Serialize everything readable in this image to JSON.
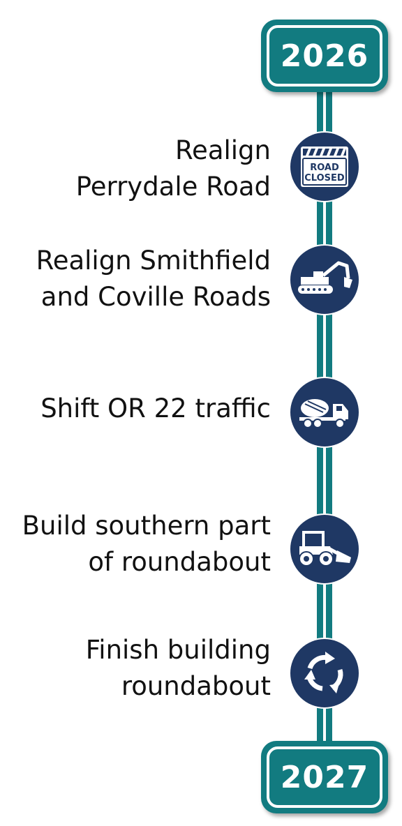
{
  "timeline": {
    "start_year": "2026",
    "end_year": "2027",
    "steps": [
      {
        "line1": "Realign",
        "line2": "Perrydale Road",
        "icon": "road-closed-sign-icon"
      },
      {
        "line1": "Realign Smithfield",
        "line2": "and Coville Roads",
        "icon": "excavator-icon"
      },
      {
        "line1": "Shift OR 22 traffic",
        "line2": "",
        "icon": "cement-mixer-truck-icon"
      },
      {
        "line1": "Build southern part",
        "line2": "of roundabout",
        "icon": "wheel-loader-icon"
      },
      {
        "line1": "Finish building",
        "line2": "roundabout",
        "icon": "roundabout-arrows-icon"
      }
    ],
    "sign_text_line1": "ROAD",
    "sign_text_line2": "CLOSED"
  },
  "colors": {
    "teal": "#127b80",
    "navy": "#1f3864",
    "text": "#111111"
  }
}
